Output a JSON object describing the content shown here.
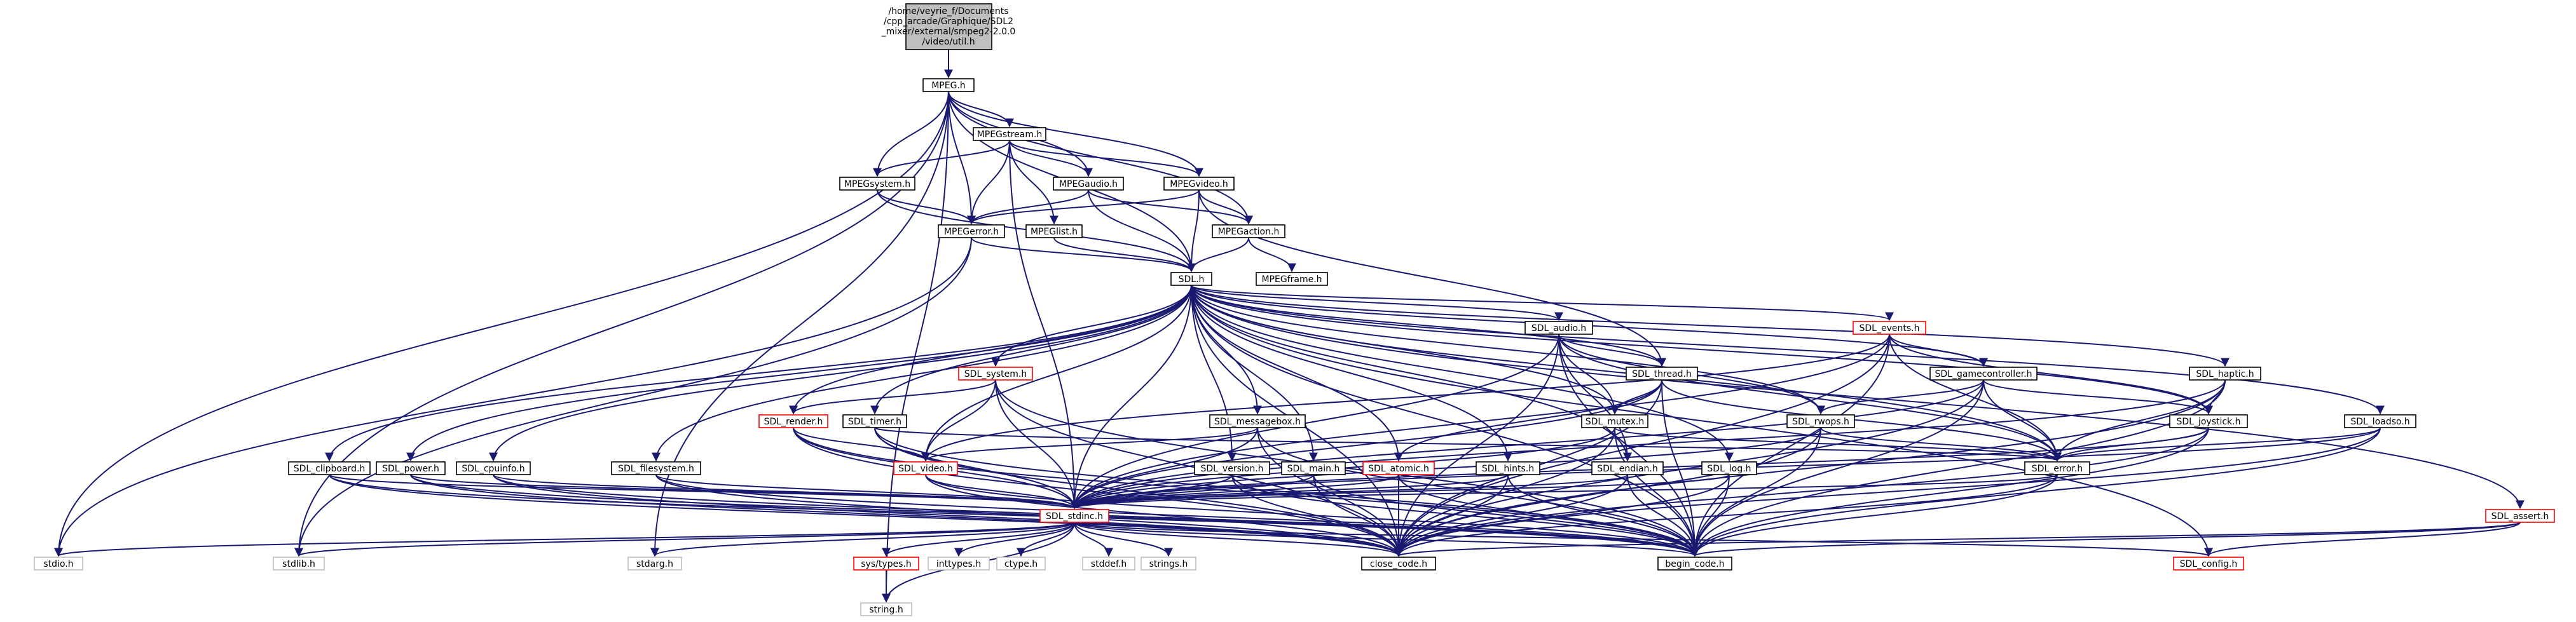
{
  "graph": {
    "root_label": [
      "/home/veyrie_f/Documents",
      "/cpp_arcade/Graphique/SDL2",
      "_mixer/external/smpeg2-2.0.0",
      "/video/util.h"
    ],
    "nodes": {
      "mpeg": "MPEG.h",
      "mpegstream": "MPEGstream.h",
      "mpegsystem": "MPEGsystem.h",
      "mpegaudio": "MPEGaudio.h",
      "mpegvideo": "MPEGvideo.h",
      "mpegerror": "MPEGerror.h",
      "mpeglist": "MPEGlist.h",
      "mpegaction": "MPEGaction.h",
      "mpegframe": "MPEGframe.h",
      "sdl": "SDL.h",
      "sdl_audio": "SDL_audio.h",
      "sdl_events": "SDL_events.h",
      "sdl_system": "SDL_system.h",
      "sdl_thread": "SDL_thread.h",
      "sdl_gamecontroller": "SDL_gamecontroller.h",
      "sdl_haptic": "SDL_haptic.h",
      "sdl_render": "SDL_render.h",
      "sdl_timer": "SDL_timer.h",
      "sdl_messagebox": "SDL_messagebox.h",
      "sdl_mutex": "SDL_mutex.h",
      "sdl_rwops": "SDL_rwops.h",
      "sdl_joystick": "SDL_joystick.h",
      "sdl_loadso": "SDL_loadso.h",
      "sdl_clipboard": "SDL_clipboard.h",
      "sdl_power": "SDL_power.h",
      "sdl_cpuinfo": "SDL_cpuinfo.h",
      "sdl_filesystem": "SDL_filesystem.h",
      "sdl_video": "SDL_video.h",
      "sdl_version": "SDL_version.h",
      "sdl_main": "SDL_main.h",
      "sdl_atomic": "SDL_atomic.h",
      "sdl_hints": "SDL_hints.h",
      "sdl_endian": "SDL_endian.h",
      "sdl_log": "SDL_log.h",
      "sdl_error": "SDL_error.h",
      "sdl_assert": "SDL_assert.h",
      "sdl_stdinc": "SDL_stdinc.h",
      "stdio": "stdio.h",
      "stdlib": "stdlib.h",
      "stdarg": "stdarg.h",
      "sys_types": "sys/types.h",
      "inttypes": "inttypes.h",
      "ctype": "ctype.h",
      "stddef": "stddef.h",
      "strings": "strings.h",
      "close_code": "close_code.h",
      "begin_code": "begin_code.h",
      "sdl_config": "SDL_config.h",
      "string": "string.h"
    },
    "colors": {
      "edge": "#191970",
      "root_fill": "#bfbfbf",
      "normal_border": "#000000",
      "incomplete_border": "#ff0000",
      "system_border": "#bfbfbf"
    },
    "edges": [
      [
        "root",
        "mpeg"
      ],
      [
        "mpeg",
        "mpegstream"
      ],
      [
        "mpeg",
        "mpegsystem"
      ],
      [
        "mpeg",
        "mpegaudio"
      ],
      [
        "mpeg",
        "mpegvideo"
      ],
      [
        "mpeg",
        "mpegerror"
      ],
      [
        "mpeg",
        "mpegaction"
      ],
      [
        "mpeg",
        "sdl"
      ],
      [
        "mpeg",
        "stdio"
      ],
      [
        "mpeg",
        "stdlib"
      ],
      [
        "mpeg",
        "string"
      ],
      [
        "mpeg",
        "stdarg"
      ],
      [
        "mpegstream",
        "mpegsystem"
      ],
      [
        "mpegstream",
        "mpegerror"
      ],
      [
        "mpegstream",
        "mpegaudio"
      ],
      [
        "mpegstream",
        "mpegvideo"
      ],
      [
        "mpegstream",
        "mpeglist"
      ],
      [
        "mpegstream",
        "sdl_stdinc"
      ],
      [
        "mpegsystem",
        "mpegerror"
      ],
      [
        "mpegsystem",
        "sdl"
      ],
      [
        "mpegaudio",
        "mpegerror"
      ],
      [
        "mpegaudio",
        "mpegaction"
      ],
      [
        "mpegaudio",
        "sdl"
      ],
      [
        "mpegvideo",
        "mpegerror"
      ],
      [
        "mpegvideo",
        "mpegaction"
      ],
      [
        "mpegvideo",
        "sdl"
      ],
      [
        "mpegvideo",
        "sdl_thread"
      ],
      [
        "mpegerror",
        "sdl"
      ],
      [
        "mpegerror",
        "stdio"
      ],
      [
        "mpegerror",
        "stdlib"
      ],
      [
        "mpeglist",
        "sdl"
      ],
      [
        "mpegaction",
        "sdl"
      ],
      [
        "mpegaction",
        "mpegframe"
      ],
      [
        "sdl",
        "sdl_audio"
      ],
      [
        "sdl",
        "sdl_events"
      ],
      [
        "sdl",
        "sdl_system"
      ],
      [
        "sdl",
        "sdl_thread"
      ],
      [
        "sdl",
        "sdl_gamecontroller"
      ],
      [
        "sdl",
        "sdl_haptic"
      ],
      [
        "sdl",
        "sdl_render"
      ],
      [
        "sdl",
        "sdl_timer"
      ],
      [
        "sdl",
        "sdl_messagebox"
      ],
      [
        "sdl",
        "sdl_mutex"
      ],
      [
        "sdl",
        "sdl_rwops"
      ],
      [
        "sdl",
        "sdl_joystick"
      ],
      [
        "sdl",
        "sdl_loadso"
      ],
      [
        "sdl",
        "sdl_clipboard"
      ],
      [
        "sdl",
        "sdl_power"
      ],
      [
        "sdl",
        "sdl_cpuinfo"
      ],
      [
        "sdl",
        "sdl_filesystem"
      ],
      [
        "sdl",
        "sdl_video"
      ],
      [
        "sdl",
        "sdl_version"
      ],
      [
        "sdl",
        "sdl_main"
      ],
      [
        "sdl",
        "sdl_atomic"
      ],
      [
        "sdl",
        "sdl_hints"
      ],
      [
        "sdl",
        "sdl_endian"
      ],
      [
        "sdl",
        "sdl_log"
      ],
      [
        "sdl",
        "sdl_error"
      ],
      [
        "sdl",
        "sdl_assert"
      ],
      [
        "sdl",
        "sdl_stdinc"
      ],
      [
        "sdl",
        "close_code"
      ],
      [
        "sdl",
        "begin_code"
      ],
      [
        "sdl",
        "sdl_config"
      ],
      [
        "sdl_audio",
        "sdl_thread"
      ],
      [
        "sdl_audio",
        "sdl_mutex"
      ],
      [
        "sdl_audio",
        "sdl_rwops"
      ],
      [
        "sdl_audio",
        "sdl_error"
      ],
      [
        "sdl_audio",
        "sdl_endian"
      ],
      [
        "sdl_audio",
        "sdl_stdinc"
      ],
      [
        "sdl_audio",
        "begin_code"
      ],
      [
        "sdl_audio",
        "close_code"
      ],
      [
        "sdl_events",
        "sdl_gamecontroller"
      ],
      [
        "sdl_events",
        "sdl_joystick"
      ],
      [
        "sdl_events",
        "sdl_error"
      ],
      [
        "sdl_events",
        "sdl_video"
      ],
      [
        "sdl_events",
        "sdl_stdinc"
      ],
      [
        "sdl_events",
        "begin_code"
      ],
      [
        "sdl_events",
        "close_code"
      ],
      [
        "sdl_system",
        "sdl_render"
      ],
      [
        "sdl_system",
        "sdl_video"
      ],
      [
        "sdl_system",
        "sdl_stdinc"
      ],
      [
        "sdl_system",
        "begin_code"
      ],
      [
        "sdl_system",
        "close_code"
      ],
      [
        "sdl_thread",
        "sdl_mutex"
      ],
      [
        "sdl_thread",
        "sdl_atomic"
      ],
      [
        "sdl_thread",
        "sdl_error"
      ],
      [
        "sdl_thread",
        "sdl_stdinc"
      ],
      [
        "sdl_thread",
        "begin_code"
      ],
      [
        "sdl_thread",
        "close_code"
      ],
      [
        "sdl_gamecontroller",
        "sdl_rwops"
      ],
      [
        "sdl_gamecontroller",
        "sdl_joystick"
      ],
      [
        "sdl_gamecontroller",
        "sdl_error"
      ],
      [
        "sdl_gamecontroller",
        "sdl_stdinc"
      ],
      [
        "sdl_gamecontroller",
        "begin_code"
      ],
      [
        "sdl_gamecontroller",
        "close_code"
      ],
      [
        "sdl_haptic",
        "sdl_joystick"
      ],
      [
        "sdl_haptic",
        "sdl_error"
      ],
      [
        "sdl_haptic",
        "sdl_stdinc"
      ],
      [
        "sdl_haptic",
        "begin_code"
      ],
      [
        "sdl_haptic",
        "close_code"
      ],
      [
        "sdl_render",
        "sdl_video"
      ],
      [
        "sdl_render",
        "sdl_stdinc"
      ],
      [
        "sdl_render",
        "begin_code"
      ],
      [
        "sdl_render",
        "close_code"
      ],
      [
        "sdl_timer",
        "sdl_error"
      ],
      [
        "sdl_timer",
        "sdl_stdinc"
      ],
      [
        "sdl_timer",
        "begin_code"
      ],
      [
        "sdl_timer",
        "close_code"
      ],
      [
        "sdl_messagebox",
        "sdl_video"
      ],
      [
        "sdl_messagebox",
        "sdl_stdinc"
      ],
      [
        "sdl_messagebox",
        "begin_code"
      ],
      [
        "sdl_messagebox",
        "close_code"
      ],
      [
        "sdl_mutex",
        "sdl_error"
      ],
      [
        "sdl_mutex",
        "sdl_stdinc"
      ],
      [
        "sdl_mutex",
        "begin_code"
      ],
      [
        "sdl_mutex",
        "close_code"
      ],
      [
        "sdl_rwops",
        "sdl_error"
      ],
      [
        "sdl_rwops",
        "sdl_stdinc"
      ],
      [
        "sdl_rwops",
        "begin_code"
      ],
      [
        "sdl_rwops",
        "close_code"
      ],
      [
        "sdl_joystick",
        "sdl_error"
      ],
      [
        "sdl_joystick",
        "sdl_stdinc"
      ],
      [
        "sdl_joystick",
        "begin_code"
      ],
      [
        "sdl_joystick",
        "close_code"
      ],
      [
        "sdl_loadso",
        "sdl_error"
      ],
      [
        "sdl_loadso",
        "sdl_stdinc"
      ],
      [
        "sdl_loadso",
        "begin_code"
      ],
      [
        "sdl_loadso",
        "close_code"
      ],
      [
        "sdl_clipboard",
        "sdl_stdinc"
      ],
      [
        "sdl_clipboard",
        "begin_code"
      ],
      [
        "sdl_clipboard",
        "close_code"
      ],
      [
        "sdl_power",
        "sdl_stdinc"
      ],
      [
        "sdl_power",
        "begin_code"
      ],
      [
        "sdl_power",
        "close_code"
      ],
      [
        "sdl_cpuinfo",
        "sdl_stdinc"
      ],
      [
        "sdl_cpuinfo",
        "begin_code"
      ],
      [
        "sdl_cpuinfo",
        "close_code"
      ],
      [
        "sdl_filesystem",
        "sdl_stdinc"
      ],
      [
        "sdl_filesystem",
        "begin_code"
      ],
      [
        "sdl_filesystem",
        "close_code"
      ],
      [
        "sdl_video",
        "sdl_stdinc"
      ],
      [
        "sdl_video",
        "begin_code"
      ],
      [
        "sdl_video",
        "close_code"
      ],
      [
        "sdl_version",
        "sdl_stdinc"
      ],
      [
        "sdl_version",
        "begin_code"
      ],
      [
        "sdl_version",
        "close_code"
      ],
      [
        "sdl_main",
        "sdl_stdinc"
      ],
      [
        "sdl_main",
        "begin_code"
      ],
      [
        "sdl_main",
        "close_code"
      ],
      [
        "sdl_atomic",
        "sdl_stdinc"
      ],
      [
        "sdl_atomic",
        "begin_code"
      ],
      [
        "sdl_atomic",
        "close_code"
      ],
      [
        "sdl_hints",
        "sdl_stdinc"
      ],
      [
        "sdl_hints",
        "begin_code"
      ],
      [
        "sdl_hints",
        "close_code"
      ],
      [
        "sdl_endian",
        "sdl_stdinc"
      ],
      [
        "sdl_endian",
        "begin_code"
      ],
      [
        "sdl_endian",
        "close_code"
      ],
      [
        "sdl_log",
        "sdl_stdinc"
      ],
      [
        "sdl_log",
        "begin_code"
      ],
      [
        "sdl_log",
        "close_code"
      ],
      [
        "sdl_error",
        "sdl_stdinc"
      ],
      [
        "sdl_error",
        "begin_code"
      ],
      [
        "sdl_error",
        "close_code"
      ],
      [
        "sdl_assert",
        "sdl_config"
      ],
      [
        "sdl_assert",
        "begin_code"
      ],
      [
        "sdl_assert",
        "close_code"
      ],
      [
        "sdl_stdinc",
        "sdl_config"
      ],
      [
        "sdl_stdinc",
        "sys_types"
      ],
      [
        "sdl_stdinc",
        "stdio"
      ],
      [
        "sdl_stdinc",
        "stdlib"
      ],
      [
        "sdl_stdinc",
        "stdarg"
      ],
      [
        "sdl_stdinc",
        "inttypes"
      ],
      [
        "sdl_stdinc",
        "ctype"
      ],
      [
        "sdl_stdinc",
        "stddef"
      ],
      [
        "sdl_stdinc",
        "strings"
      ],
      [
        "sdl_stdinc",
        "string"
      ],
      [
        "sdl_stdinc",
        "begin_code"
      ],
      [
        "sdl_stdinc",
        "close_code"
      ],
      [
        "sys_types",
        "string"
      ]
    ]
  }
}
